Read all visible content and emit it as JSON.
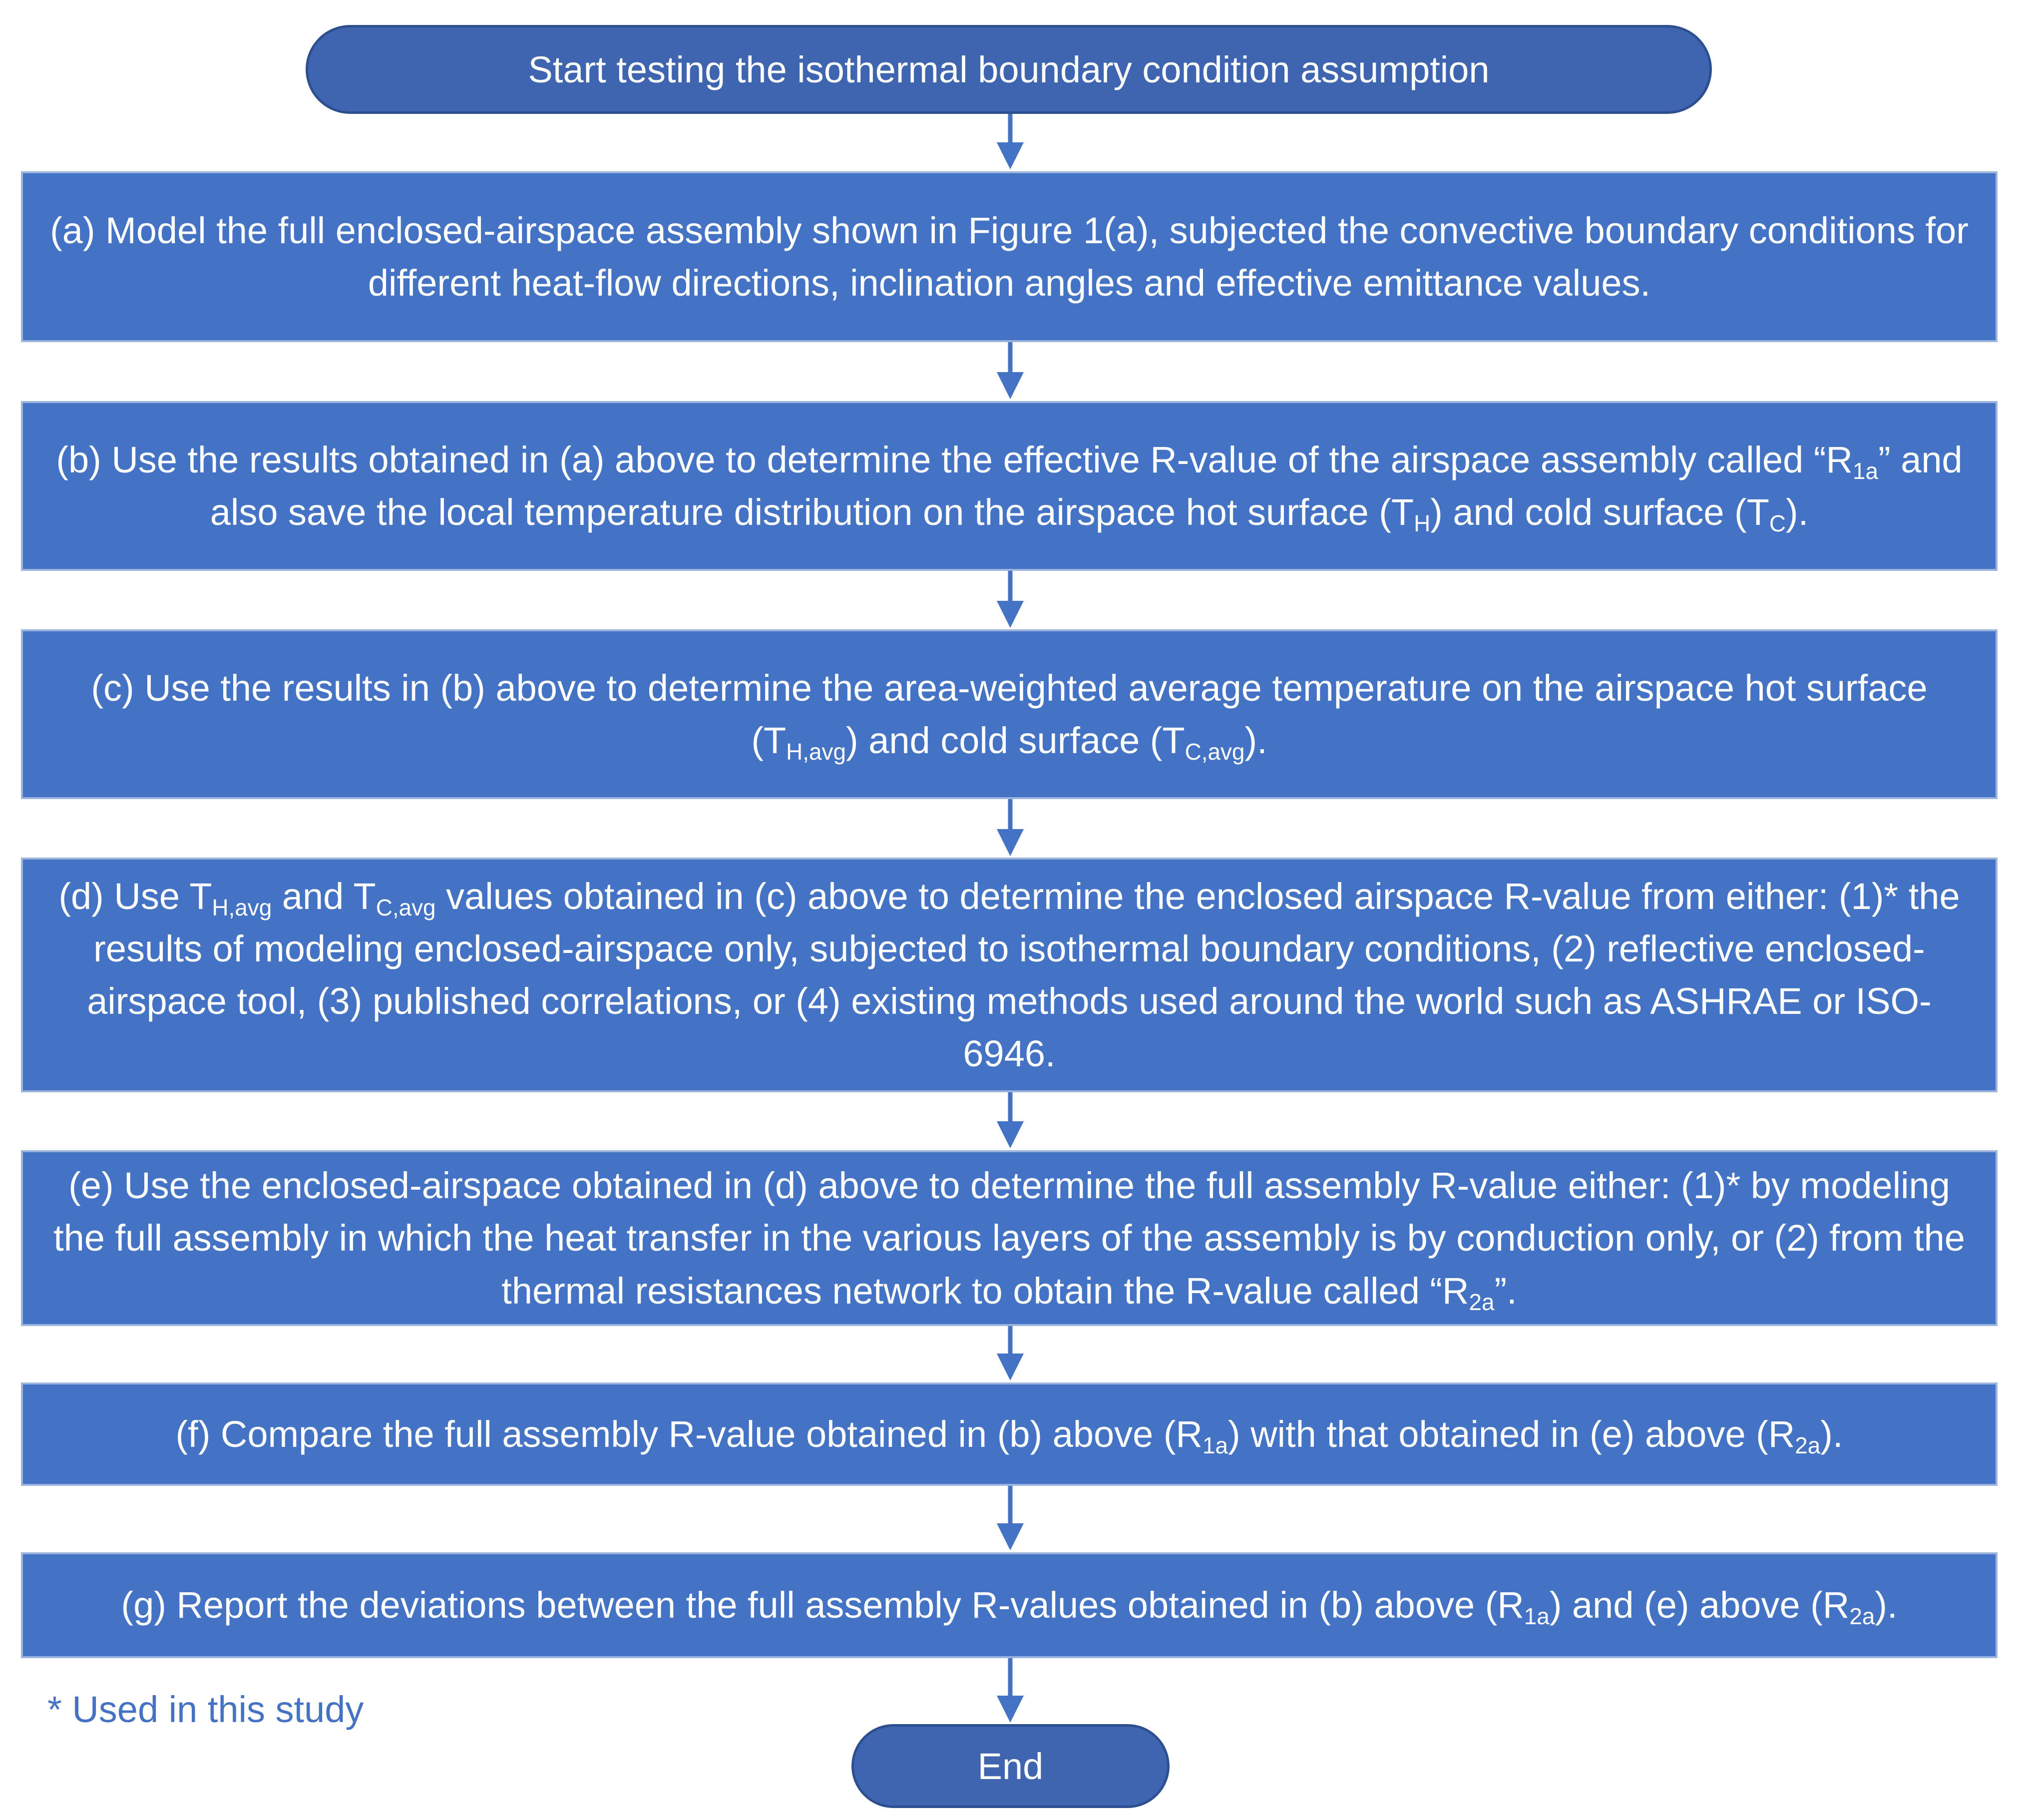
{
  "start": "Start testing the isothermal boundary condition assumption",
  "end": "End",
  "note": "* Used in this study",
  "steps": {
    "a": {
      "text": "(a) Model the full enclosed-airspace assembly shown in Figure 1(a), subjected the convective boundary conditions for different heat-flow directions, inclination angles and effective emittance values."
    },
    "b": {
      "p1": "(b) Use the results obtained in (a) above to determine the effective R-value of the airspace assembly called “R",
      "s1": "1a",
      "p2": "” and also save the local temperature distribution on the airspace hot surface (T",
      "s2": "H",
      "p3": ") and cold surface (T",
      "s3": "C",
      "p4": ")."
    },
    "c": {
      "p1": "(c) Use the results in (b) above to determine the area-weighted average temperature on the airspace hot surface (T",
      "s1": "H,avg",
      "p2": ") and cold surface (T",
      "s2": "C,avg",
      "p3": ")."
    },
    "d": {
      "p1": "(d)  Use T",
      "s1": "H,avg",
      "p2": " and  T",
      "s2": "C,avg",
      "p3": " values obtained in (c) above to determine the enclosed airspace R-value from either: (1)* the results of modeling enclosed-airspace only, subjected to isothermal boundary conditions, (2) reflective enclosed-airspace tool, (3) published correlations, or (4) existing methods used around the world such as ASHRAE or ISO-6946."
    },
    "e": {
      "p1": "(e) Use the enclosed-airspace obtained in (d) above to determine the full assembly R-value either: (1)* by modeling the full assembly in which the heat transfer in the various layers of the assembly is by conduction only, or (2) from the thermal resistances network to obtain the R-value called “R",
      "s1": "2a",
      "p2": "”."
    },
    "f": {
      "p1": "(f) Compare the full assembly R-value obtained in (b) above (R",
      "s1": "1a",
      "p2": ") with that obtained in (e) above (R",
      "s2": "2a",
      "p3": ")."
    },
    "g": {
      "p1": "(g) Report the deviations between the full assembly R-values obtained in (b) above (R",
      "s1": "1a",
      "p2": ") and (e) above (R",
      "s2": "2a",
      "p3": ")."
    }
  },
  "colors": {
    "box_fill": "#4472c4",
    "terminal_fill": "#3f65b0",
    "arrow": "#4472c4",
    "note_text": "#4472c4"
  }
}
